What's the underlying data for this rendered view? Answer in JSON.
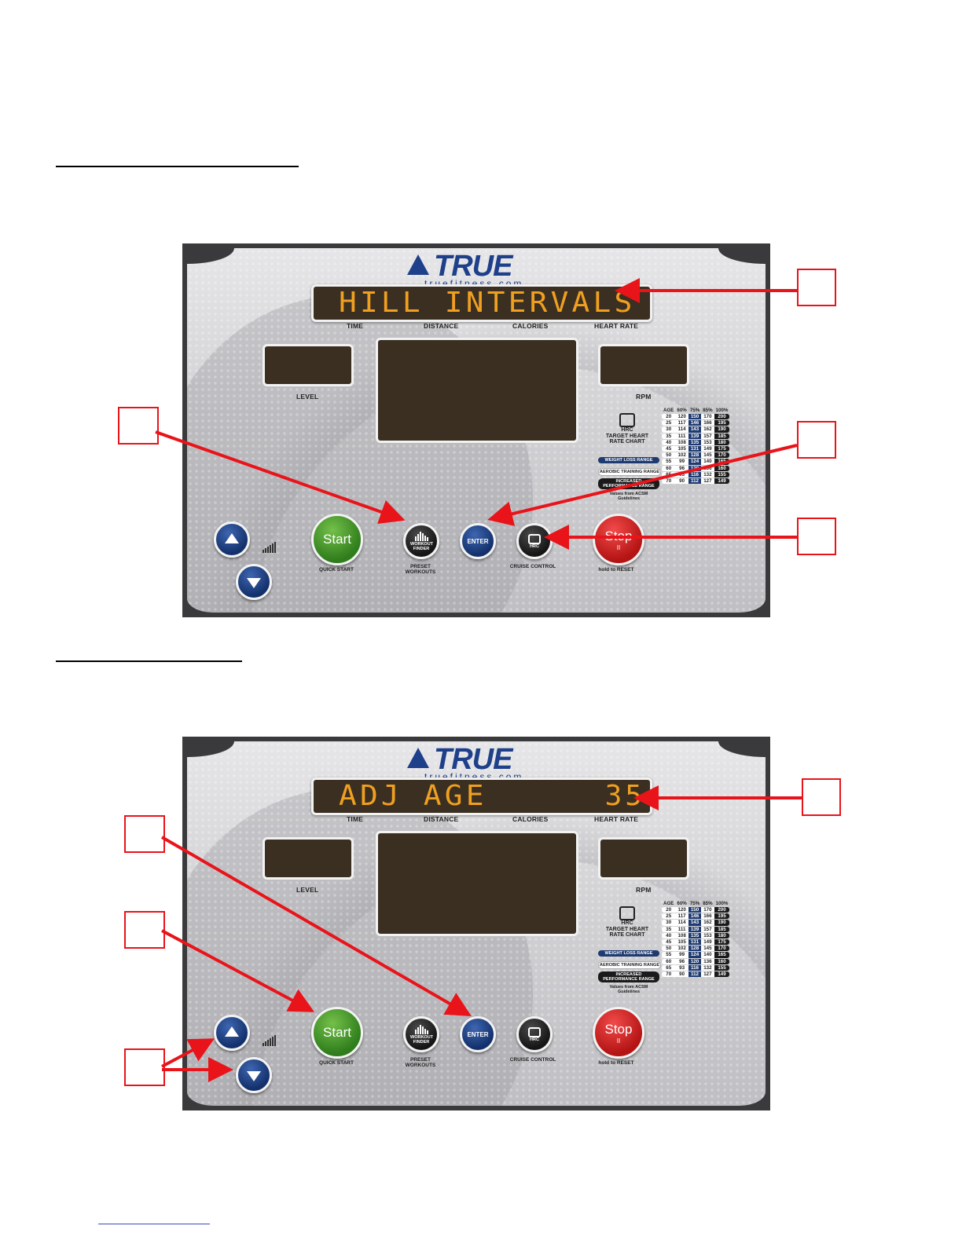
{
  "panels": [
    {
      "display_text": "HILL INTERVALS",
      "display_value": ""
    },
    {
      "display_text": "ADJ AGE",
      "display_value": "35"
    }
  ],
  "brand": {
    "name": "TRUE",
    "url": "truefitness.com"
  },
  "labels": {
    "time": "TIME",
    "distance": "DISTANCE",
    "calories": "CALORIES",
    "heart_rate": "HEART RATE",
    "level": "LEVEL",
    "rpm": "RPM",
    "hrc": "HRC",
    "target_heart_rate_chart": "TARGET HEART RATE CHART",
    "weight_loss": "WEIGHT LOSS RANGE",
    "aerobic": "AEROBIC TRAINING RANGE",
    "performance": "INCREASED PERFORMANCE RANGE",
    "acsm": "Values from ACSM Guidelines"
  },
  "buttons": {
    "start": "Start",
    "quick_start": "QUICK START",
    "workout_finder": "WORKOUT FINDER",
    "preset_workouts": "PRESET WORKOUTS",
    "enter": "ENTER",
    "hrc": "HRC",
    "cruise_control": "CRUISE CONTROL",
    "stop": "Stop",
    "stop_sub": "II",
    "hold_to_reset": "hold to RESET"
  },
  "heart_rate_chart": {
    "headers": [
      "AGE",
      "60%",
      "75%",
      "85%",
      "100%"
    ],
    "rows": [
      [
        "20",
        "120",
        "150",
        "170",
        "200"
      ],
      [
        "25",
        "117",
        "146",
        "166",
        "195"
      ],
      [
        "30",
        "114",
        "143",
        "162",
        "190"
      ],
      [
        "35",
        "111",
        "139",
        "157",
        "185"
      ],
      [
        "40",
        "108",
        "135",
        "153",
        "180"
      ],
      [
        "45",
        "105",
        "131",
        "149",
        "175"
      ],
      [
        "50",
        "102",
        "128",
        "145",
        "170"
      ],
      [
        "55",
        "99",
        "124",
        "140",
        "165"
      ],
      [
        "60",
        "96",
        "120",
        "136",
        "160"
      ],
      [
        "65",
        "93",
        "116",
        "132",
        "155"
      ],
      [
        "70",
        "90",
        "112",
        "127",
        "149"
      ]
    ]
  },
  "colors": {
    "arrow": "#e8141a",
    "led_text": "#f0a020",
    "brand_blue": "#1e3f8a"
  }
}
